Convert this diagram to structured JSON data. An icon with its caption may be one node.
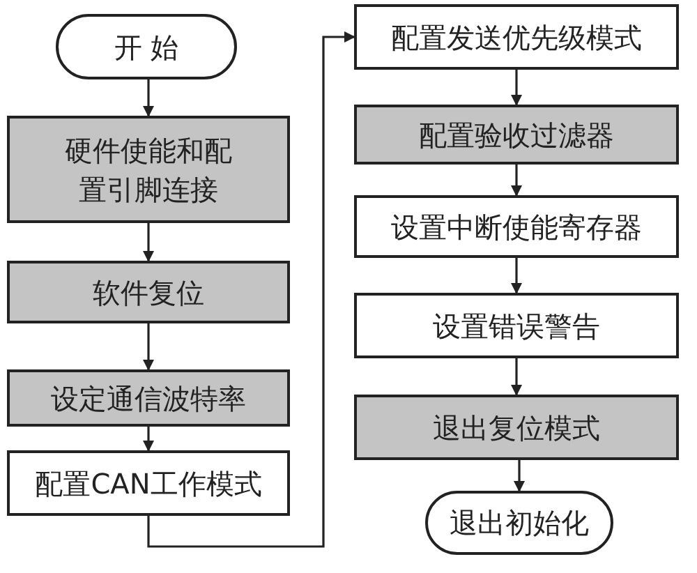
{
  "diagram": {
    "nodes": [
      {
        "text": [
          "开 始"
        ]
      },
      {
        "text": [
          "硬件使能和配置引脚连接"
        ]
      },
      {
        "text": [
          "软件复位"
        ]
      },
      {
        "text": [
          "设定通信波特率"
        ]
      },
      {
        "text": [
          "配置CAN工作模式"
        ]
      },
      {
        "text": [
          "配置发送优先级模式"
        ]
      },
      {
        "text": [
          "配置验收过滤器"
        ]
      },
      {
        "text": [
          "设置中断使能寄存器"
        ]
      },
      {
        "text": [
          "设置错误警告"
        ]
      },
      {
        "text": [
          "退出复位模式"
        ]
      },
      {
        "text": [
          "退出初始化"
        ]
      }
    ],
    "edges": [
      {
        "from": 0,
        "to": 1,
        "arrow": "to"
      },
      {
        "from": 1,
        "to": 2,
        "arrow": "to"
      },
      {
        "from": 2,
        "to": 3,
        "arrow": "to"
      },
      {
        "from": 3,
        "to": 4,
        "arrow": "to"
      },
      {
        "from": 4,
        "to": 5,
        "arrow": "to"
      },
      {
        "from": 5,
        "to": 6,
        "arrow": "to"
      },
      {
        "from": 6,
        "to": 7,
        "arrow": "to"
      },
      {
        "from": 7,
        "to": 8,
        "arrow": "to"
      },
      {
        "from": 8,
        "to": 9,
        "arrow": "to"
      },
      {
        "from": 9,
        "to": 10,
        "arrow": "to"
      }
    ]
  }
}
